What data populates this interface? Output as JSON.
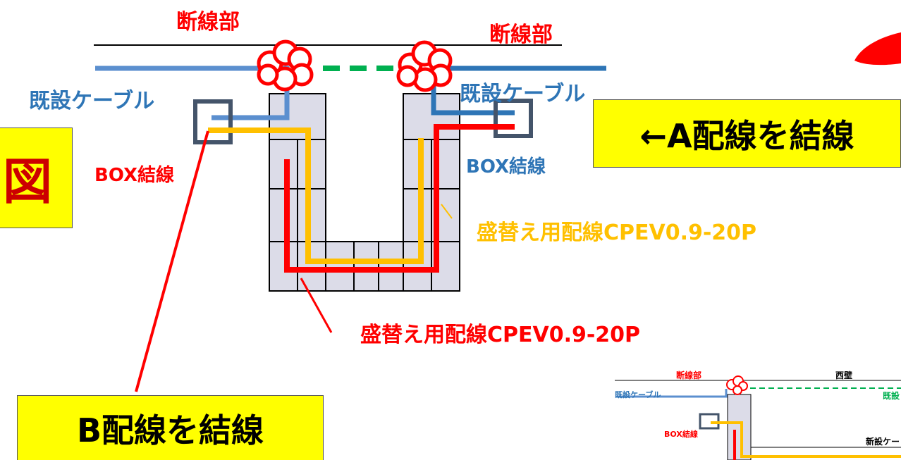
{
  "labels": {
    "break_left": "断線部",
    "break_right": "断線部",
    "cable_left": "既設ケーブル",
    "cable_right": "既設ケーブル",
    "box_left": "BOX結線",
    "box_right": "BOX結線",
    "orange_wiring": "盛替え用配線CPEV0.9-20P",
    "red_wiring": "盛替え用配線CPEV0.9-20P"
  },
  "callouts": {
    "a": "←A配線を結線",
    "b": "B配線を結線",
    "fig": "図"
  },
  "thumbnail": {
    "break": "断線部",
    "west_wall": "西壁",
    "cable": "既設ケーブル",
    "cable_right_partial": "既設",
    "box": "BOX結線",
    "new_cable": "新設ケー"
  },
  "colors": {
    "existing_cable": "#2e75b6",
    "orange_wire": "#ffc000",
    "red_wire": "#ff0000",
    "green_dash": "#00b050",
    "callout_fill": "#ffff00",
    "grid_fill": "#dcdce8"
  }
}
